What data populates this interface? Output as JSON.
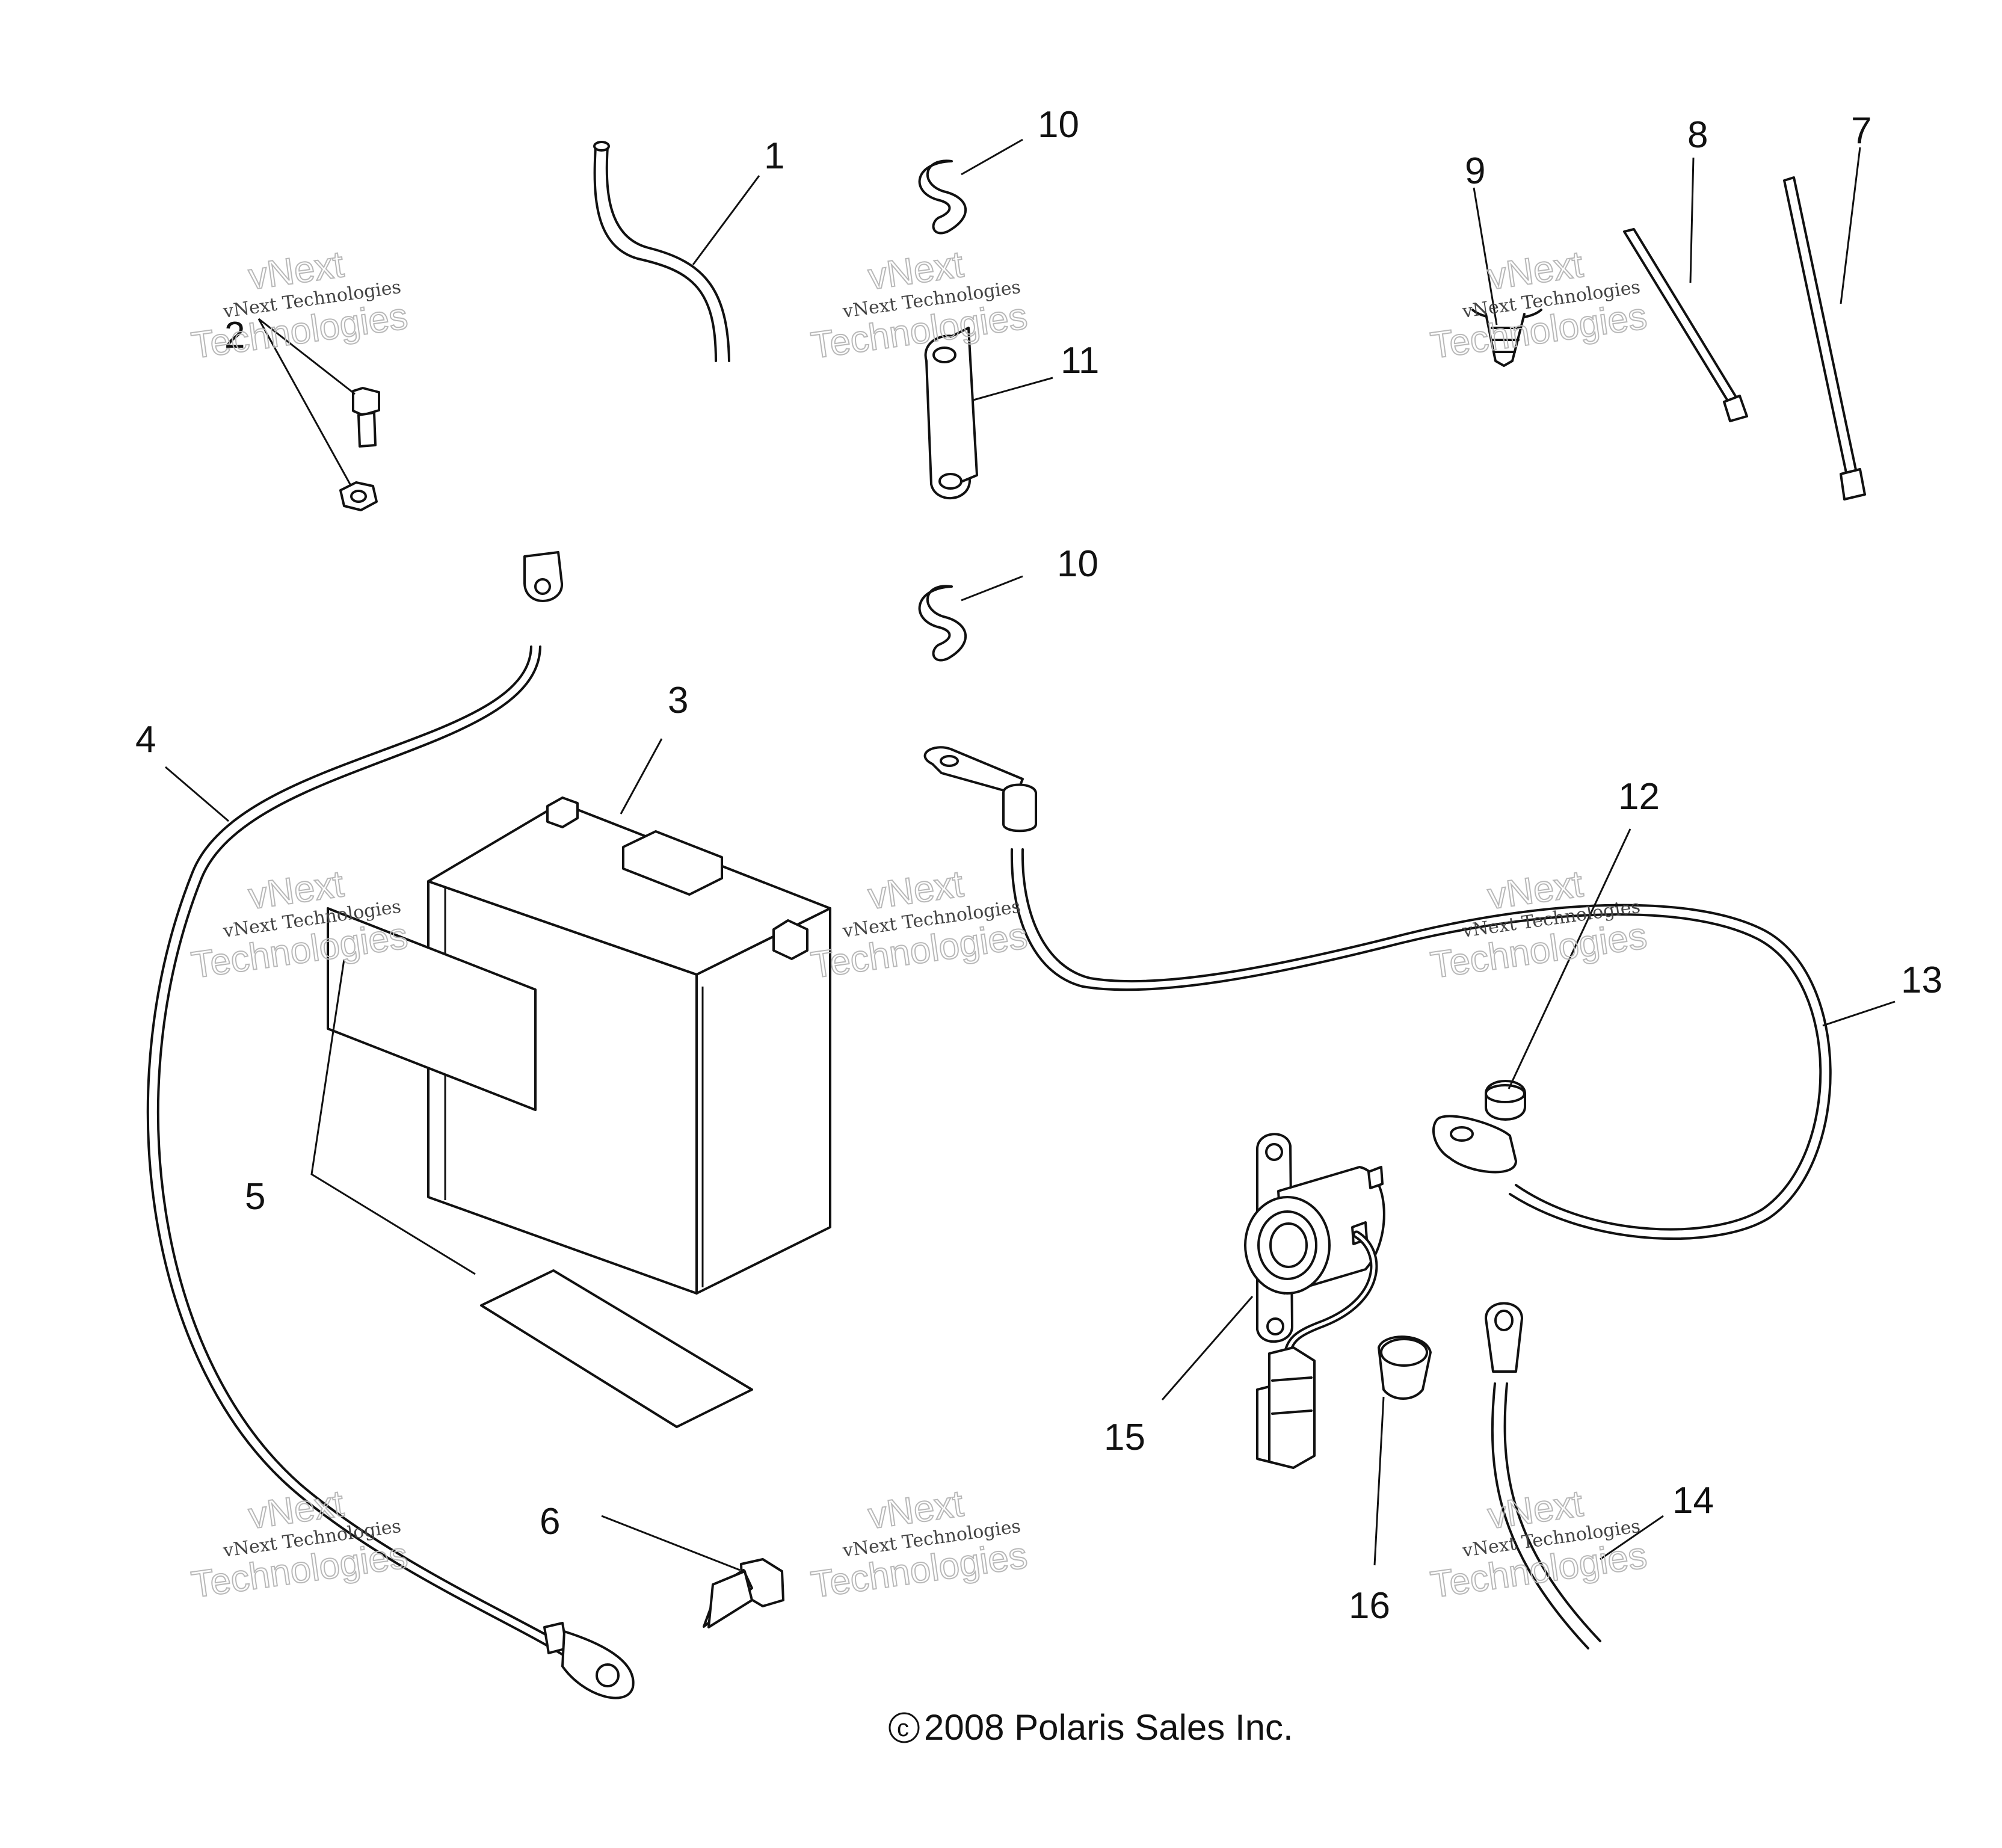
{
  "diagram": {
    "callouts": [
      "1",
      "2",
      "3",
      "4",
      "5",
      "6",
      "7",
      "8",
      "9",
      "10",
      "10",
      "11",
      "12",
      "13",
      "14",
      "15",
      "16"
    ],
    "watermark": {
      "brand_small": "vNext Technologies",
      "brand_large_top": "vNext",
      "brand_large_bottom": "Technologies"
    },
    "copyright": {
      "symbol": "c",
      "text": "2008 Polaris Sales Inc."
    }
  }
}
